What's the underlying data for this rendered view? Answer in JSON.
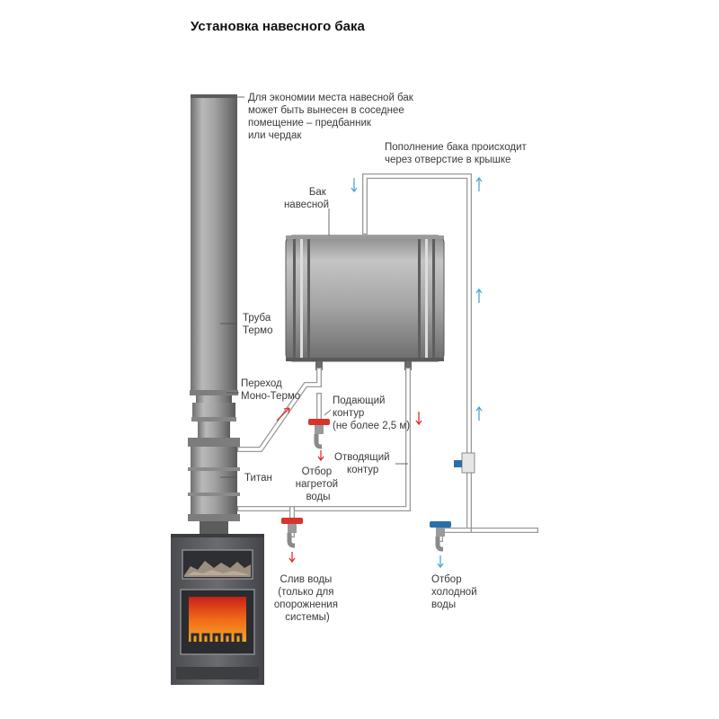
{
  "title": "Установка навесного бака",
  "notes": {
    "top_note": [
      "Для экономии места навесной бак",
      "может быть вынесен в соседнее",
      "помещение – предбанник",
      "или чердак"
    ],
    "refill_note": [
      "Пополнение бака происходит",
      "через отверстие в крышке"
    ]
  },
  "labels": {
    "tank": [
      "Бак",
      "навесной"
    ],
    "pipe": [
      "Труба",
      "Термо"
    ],
    "adapter": [
      "Переход",
      "Моно-Термо"
    ],
    "supply": [
      "Подающий",
      "контур",
      "(не более 2,5 м)"
    ],
    "return": [
      "Отводящий",
      "контур"
    ],
    "titan": [
      "Титан"
    ],
    "hot_tap": [
      "Отбор",
      "нагретой",
      "воды"
    ],
    "drain": [
      "Слив воды",
      "(только для",
      "опорожнения",
      "системы)"
    ],
    "cold_tap": [
      "Отбор",
      "холодной",
      "воды"
    ]
  },
  "colors": {
    "hot_arrow": "#e0302a",
    "cold_arrow": "#4da6d8",
    "valve_red": "#d9342b",
    "valve_blue": "#2b6fa8",
    "fire": "#e85a1a"
  },
  "icons": [
    "chimney-pipe",
    "storage-tank",
    "titan-heater",
    "stove",
    "valve",
    "flow-arrow"
  ]
}
